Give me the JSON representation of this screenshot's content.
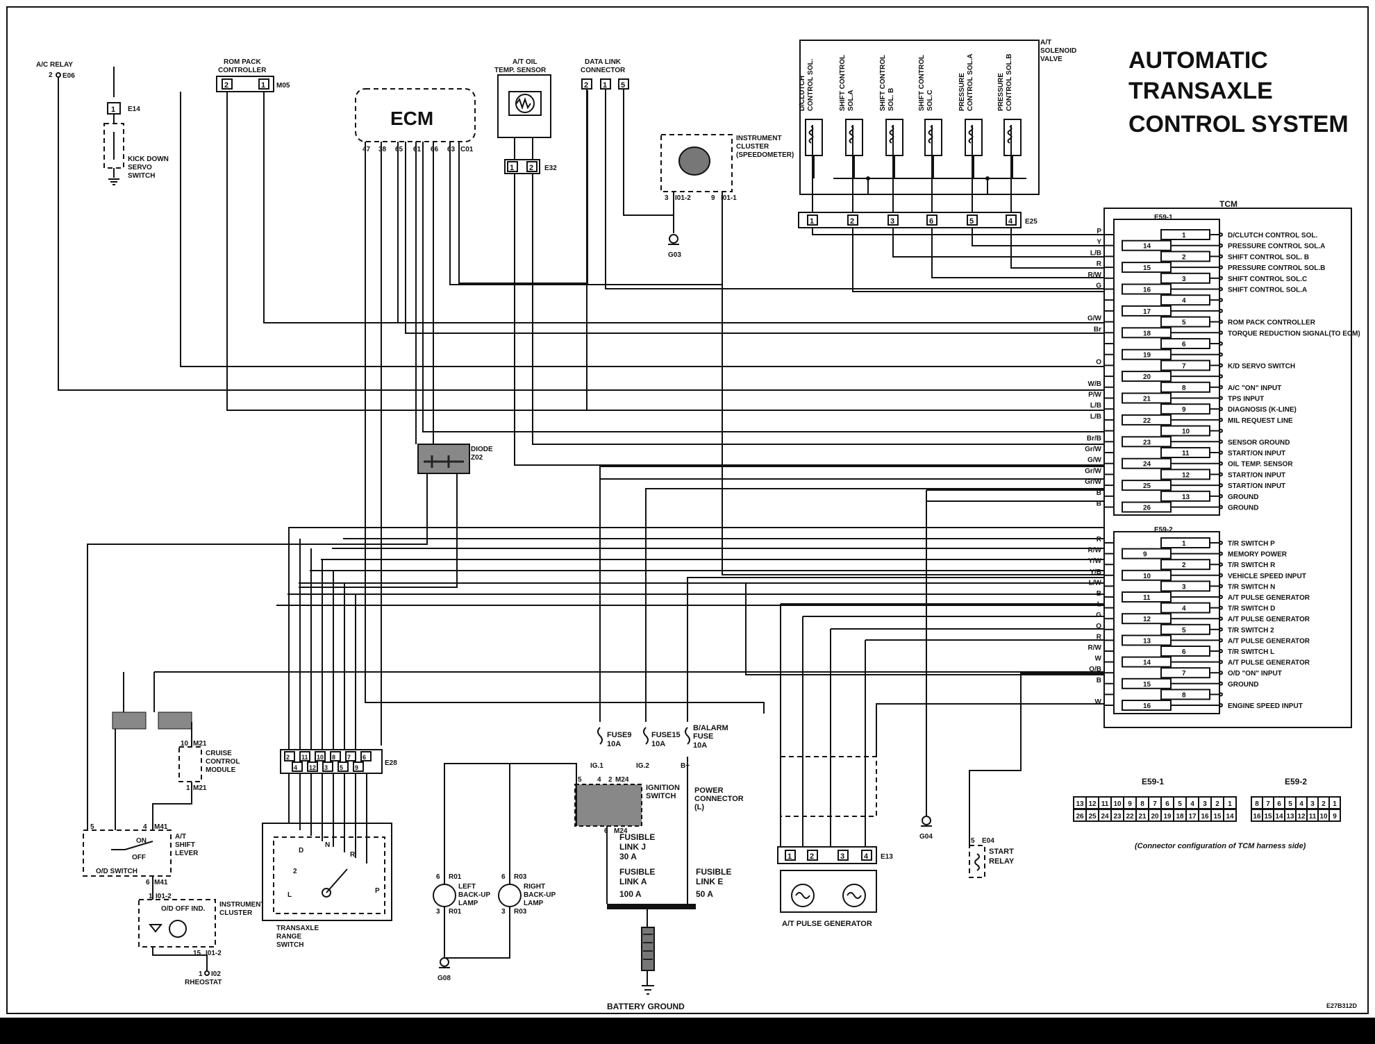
{
  "title": [
    "AUTOMATIC",
    "TRANSAXLE",
    "CONTROL SYSTEM"
  ],
  "ecm": {
    "label": "ECM",
    "pins": [
      "47",
      "38",
      "65",
      "61",
      "66",
      "63",
      "C01"
    ]
  },
  "ac_relay": {
    "label": "A/C RELAY",
    "pin": "2",
    "conn": "E06"
  },
  "kick_down": {
    "conn": "E14",
    "pin": "1",
    "label": [
      "KICK DOWN",
      "SERVO",
      "SWITCH"
    ]
  },
  "rom_pack": {
    "label": [
      "ROM PACK",
      "CONTROLLER"
    ],
    "pins": [
      "2",
      "1"
    ],
    "conn": "M05"
  },
  "oil_temp": {
    "label": [
      "A/T OIL",
      "TEMP. SENSOR"
    ],
    "pins": [
      "1",
      "2"
    ],
    "conn": "E32"
  },
  "data_link": {
    "label": [
      "DATA LINK",
      "CONNECTOR"
    ],
    "pins": [
      "2",
      "1",
      "5"
    ]
  },
  "instrument_cluster_top": {
    "label": [
      "INSTRUMENT",
      "CLUSTER",
      "(SPEEDOMETER)"
    ],
    "left": [
      "3",
      "I01-2"
    ],
    "right": [
      "9",
      "I01-1"
    ],
    "ground": "G03"
  },
  "solenoid_valve": {
    "label": [
      "A/T",
      "SOLENOID",
      "VALVE"
    ],
    "solenoids": [
      [
        "D/CLUTCH",
        "CONTROL SOL."
      ],
      [
        "SHIFT CONTROL",
        "SOL.A"
      ],
      [
        "SHIFT CONTROL",
        "SOL. B"
      ],
      [
        "SHIFT CONTROL",
        "SOL.C"
      ],
      [
        "PRESSURE",
        "CONTROL SOL.A"
      ],
      [
        "PRESSURE",
        "CONTROL SOL.B"
      ]
    ],
    "pins": [
      "1",
      "2",
      "3",
      "6",
      "5",
      "4"
    ],
    "conn": "E25"
  },
  "tcm": {
    "label": "TCM",
    "e59_1": {
      "label": "E59-1",
      "rows": [
        {
          "wire": "P",
          "pin": "1",
          "pos": "right",
          "func": "D/CLUTCH CONTROL SOL."
        },
        {
          "wire": "Y",
          "pin": "14",
          "pos": "left",
          "func": "PRESSURE CONTROL SOL.A"
        },
        {
          "wire": "L/B",
          "pin": "2",
          "pos": "right",
          "func": "SHIFT CONTROL SOL. B"
        },
        {
          "wire": "R",
          "pin": "15",
          "pos": "left",
          "func": "PRESSURE CONTROL SOL.B"
        },
        {
          "wire": "R/W",
          "pin": "3",
          "pos": "right",
          "func": "SHIFT CONTROL SOL.C"
        },
        {
          "wire": "G",
          "pin": "16",
          "pos": "left",
          "func": "SHIFT CONTROL SOL.A"
        },
        {
          "wire": "",
          "pin": "4",
          "pos": "right",
          "func": ""
        },
        {
          "wire": "",
          "pin": "17",
          "pos": "left",
          "func": ""
        },
        {
          "wire": "G/W",
          "pin": "5",
          "pos": "right",
          "func": "ROM PACK CONTROLLER"
        },
        {
          "wire": "Br",
          "pin": "18",
          "pos": "left",
          "func": "TORQUE REDUCTION SIGNAL(TO ECM)"
        },
        {
          "wire": "",
          "pin": "6",
          "pos": "right",
          "func": ""
        },
        {
          "wire": "",
          "pin": "19",
          "pos": "left",
          "func": ""
        },
        {
          "wire": "O",
          "pin": "7",
          "pos": "right",
          "func": "K/D SERVO SWITCH"
        },
        {
          "wire": "",
          "pin": "20",
          "pos": "left",
          "func": ""
        },
        {
          "wire": "W/B",
          "pin": "8",
          "pos": "right",
          "func": "A/C \"ON\" INPUT"
        },
        {
          "wire": "P/W",
          "pin": "21",
          "pos": "left",
          "func": "TPS INPUT"
        },
        {
          "wire": "L/B",
          "pin": "9",
          "pos": "right",
          "func": "DIAGNOSIS (K-LINE)"
        },
        {
          "wire": "L/B",
          "pin": "22",
          "pos": "left",
          "func": "MIL REQUEST LINE"
        },
        {
          "wire": "",
          "pin": "10",
          "pos": "right",
          "func": ""
        },
        {
          "wire": "Br/B",
          "pin": "23",
          "pos": "left",
          "func": "SENSOR GROUND"
        },
        {
          "wire": "Gr/W",
          "pin": "11",
          "pos": "right",
          "func": "START/ON INPUT"
        },
        {
          "wire": "G/W",
          "pin": "24",
          "pos": "left",
          "func": "OIL TEMP. SENSOR"
        },
        {
          "wire": "Gr/W",
          "pin": "12",
          "pos": "right",
          "func": "START/ON INPUT"
        },
        {
          "wire": "Gr/W",
          "pin": "25",
          "pos": "left",
          "func": "START/ON INPUT"
        },
        {
          "wire": "B",
          "pin": "13",
          "pos": "right",
          "func": "GROUND"
        },
        {
          "wire": "B",
          "pin": "26",
          "pos": "left",
          "func": "GROUND"
        }
      ]
    },
    "e59_2": {
      "label": "E59-2",
      "rows": [
        {
          "wire": "R",
          "pin": "1",
          "pos": "right",
          "func": "T/R SWITCH P"
        },
        {
          "wire": "R/W",
          "pin": "9",
          "pos": "left",
          "func": "MEMORY POWER"
        },
        {
          "wire": "Y/W",
          "pin": "2",
          "pos": "right",
          "func": "T/R SWITCH R"
        },
        {
          "wire": "Y/B",
          "pin": "10",
          "pos": "left",
          "func": "VEHICLE SPEED INPUT"
        },
        {
          "wire": "L/W",
          "pin": "3",
          "pos": "right",
          "func": "T/R SWITCH N"
        },
        {
          "wire": "B",
          "pin": "11",
          "pos": "left",
          "func": "A/T PULSE GENERATOR"
        },
        {
          "wire": "L",
          "pin": "4",
          "pos": "right",
          "func": "T/R SWITCH D"
        },
        {
          "wire": "G",
          "pin": "12",
          "pos": "left",
          "func": "A/T PULSE GENERATOR"
        },
        {
          "wire": "O",
          "pin": "5",
          "pos": "right",
          "func": "T/R SWITCH 2"
        },
        {
          "wire": "R",
          "pin": "13",
          "pos": "left",
          "func": "A/T PULSE GENERATOR"
        },
        {
          "wire": "R/W",
          "pin": "6",
          "pos": "right",
          "func": "T/R SWITCH L"
        },
        {
          "wire": "W",
          "pin": "14",
          "pos": "left",
          "func": "A/T PULSE GENERATOR"
        },
        {
          "wire": "O/B",
          "pin": "7",
          "pos": "right",
          "func": "O/D \"ON\" INPUT"
        },
        {
          "wire": "B",
          "pin": "15",
          "pos": "left",
          "func": "GROUND"
        },
        {
          "wire": "",
          "pin": "8",
          "pos": "right",
          "func": ""
        },
        {
          "wire": "W",
          "pin": "16",
          "pos": "left",
          "func": "ENGINE SPEED INPUT"
        }
      ]
    }
  },
  "diode": {
    "label": "DIODE",
    "conn": "Z02"
  },
  "cruise": {
    "label": [
      "CRUISE",
      "CONTROL",
      "MODULE"
    ],
    "top": [
      "10",
      "M21"
    ],
    "bottom": [
      "1",
      "M21"
    ]
  },
  "shift_lever": {
    "label": [
      "A/T",
      "SHIFT",
      "LEVER"
    ],
    "top": [
      "5",
      "4",
      "M41"
    ],
    "on": "ON",
    "off": "OFF",
    "switch": "O/D SWITCH",
    "bottom": [
      "6",
      "M41"
    ]
  },
  "instrument_cluster_bot": {
    "label": [
      "INSTRUMENT",
      "CLUSTER"
    ],
    "pin_top": [
      "1",
      "I01-2"
    ],
    "ind": "O/D OFF IND.",
    "pin_bot": [
      "15",
      "I01-2"
    ]
  },
  "rheostat": {
    "pin": "1",
    "conn": "I02",
    "label": "RHEOSTAT"
  },
  "e28": {
    "conn": "E28",
    "top": [
      "2",
      "11",
      "10",
      "8",
      "7",
      "6"
    ],
    "bottom": [
      "4",
      "12",
      "3",
      "5",
      "9"
    ]
  },
  "trs": {
    "label": [
      "TRANSAXLE",
      "RANGE",
      "SWITCH"
    ],
    "positions": [
      "D",
      "N",
      "R",
      "P",
      "2",
      "L"
    ]
  },
  "lamps": [
    {
      "pin_top": "6",
      "conn": "R01",
      "label": [
        "LEFT",
        "BACK-UP",
        "LAMP"
      ],
      "pin_bot": "3"
    },
    {
      "pin_top": "6",
      "conn": "R03",
      "label": [
        "RIGHT",
        "BACK-UP",
        "LAMP"
      ],
      "pin_bot": "3"
    }
  ],
  "ground_g08": "G08",
  "fuses": [
    {
      "name": "FUSE9",
      "rating": "10A",
      "term": "IG.1"
    },
    {
      "name": "FUSE15",
      "rating": "10A",
      "term": "IG.2"
    },
    {
      "name": "B/ALARM",
      "sub": "FUSE",
      "rating": "10A",
      "term": "B+"
    }
  ],
  "ignition": {
    "label": [
      "IGNITION",
      "SWITCH"
    ],
    "pins": [
      "5",
      "4",
      "2"
    ],
    "conn": "M24",
    "bot": [
      "6",
      "M24"
    ]
  },
  "power_connector": {
    "label": [
      "POWER",
      "CONNECTOR",
      "(L)"
    ]
  },
  "fusible_links": [
    {
      "label": [
        "FUSIBLE",
        "LINK J",
        "30 A"
      ]
    },
    {
      "label": [
        "FUSIBLE",
        "LINK A",
        "100 A"
      ]
    },
    {
      "label": [
        "FUSIBLE",
        "LINK E",
        "50 A"
      ]
    }
  ],
  "battery_ground": "BATTERY GROUND",
  "pulse_gen": {
    "label": "A/T PULSE GENERATOR",
    "pins": [
      "1",
      "2",
      "3",
      "4"
    ],
    "conn": "E13"
  },
  "g04": "G04",
  "start_relay": {
    "pin": "5",
    "conn": "E04",
    "label": [
      "START",
      "RELAY"
    ]
  },
  "connector_cfg": {
    "e59_1_label": "E59-1",
    "e59_1_top": [
      "13",
      "12",
      "11",
      "10",
      "9",
      "8",
      "7",
      "6",
      "5",
      "4",
      "3",
      "2",
      "1"
    ],
    "e59_1_bot": [
      "26",
      "25",
      "24",
      "23",
      "22",
      "21",
      "20",
      "19",
      "18",
      "17",
      "16",
      "15",
      "14"
    ],
    "e59_2_label": "E59-2",
    "e59_2_top": [
      "8",
      "7",
      "6",
      "5",
      "4",
      "3",
      "2",
      "1"
    ],
    "e59_2_bot": [
      "16",
      "15",
      "14",
      "13",
      "12",
      "11",
      "10",
      "9"
    ],
    "caption": "(Connector configuration of TCM harness side)"
  },
  "code": "E27B312D"
}
